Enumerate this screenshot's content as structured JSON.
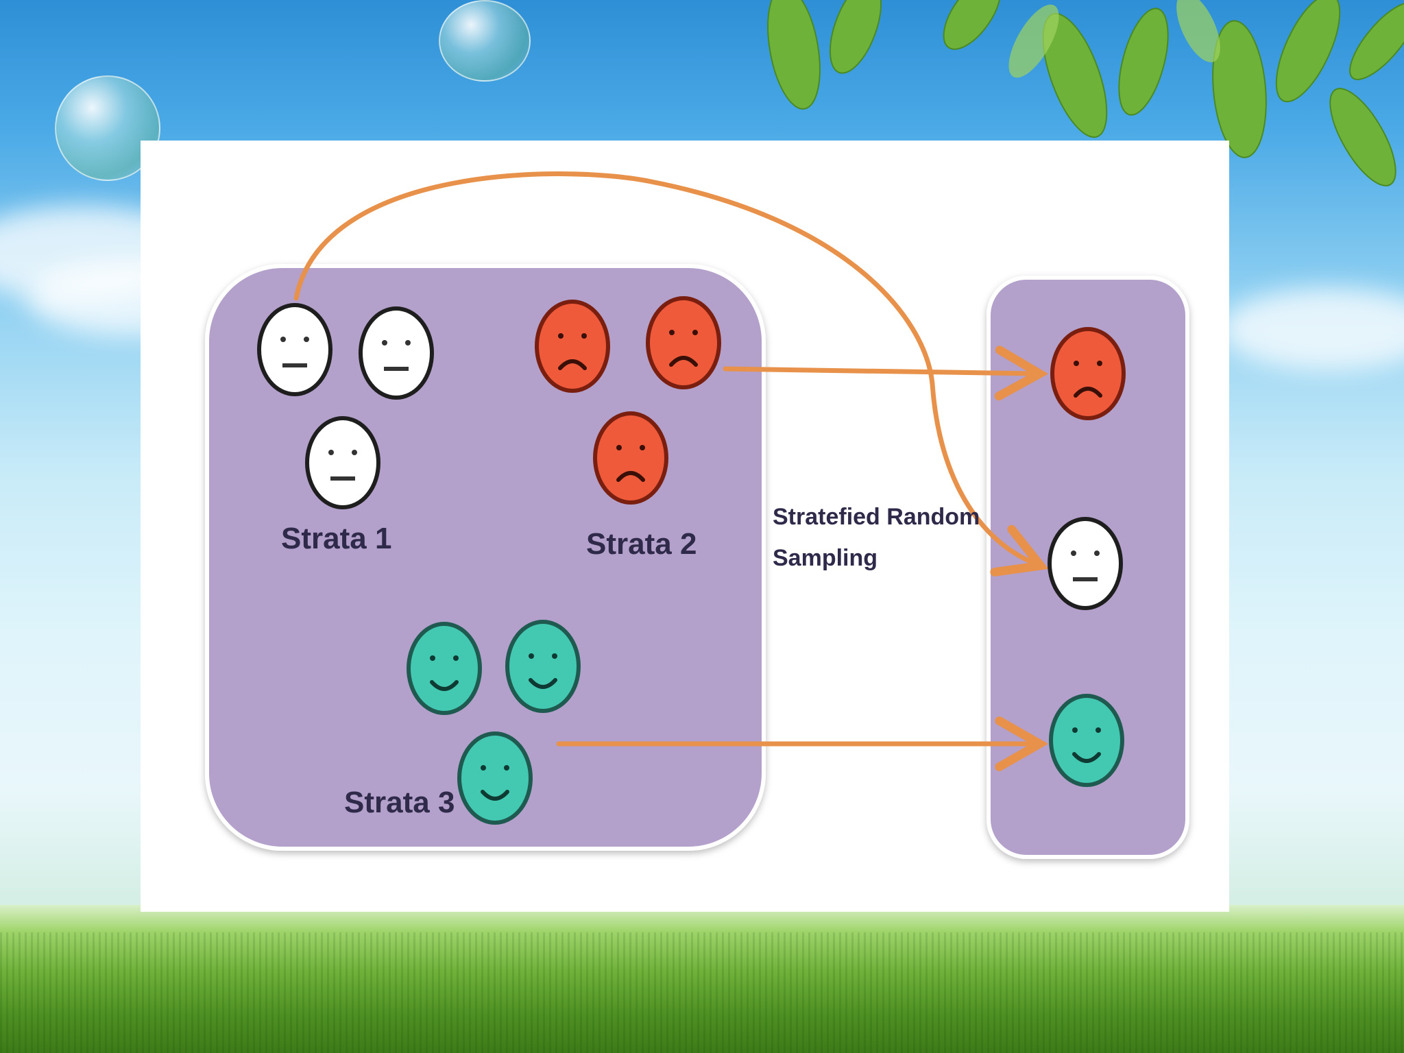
{
  "diagram": {
    "strata_labels": [
      "Strata 1",
      "Strata 2",
      "Strata 3"
    ],
    "method_label_line1": "Stratefied Random",
    "method_label_line2": "Sampling",
    "colors": {
      "box": "#b3a0cb",
      "arrow": "#e8914a",
      "neutral_face": "#ffffff",
      "sad_face": "#ef5a3a",
      "happy_face": "#43c8b2",
      "label_text": "#2f2a4a"
    }
  }
}
